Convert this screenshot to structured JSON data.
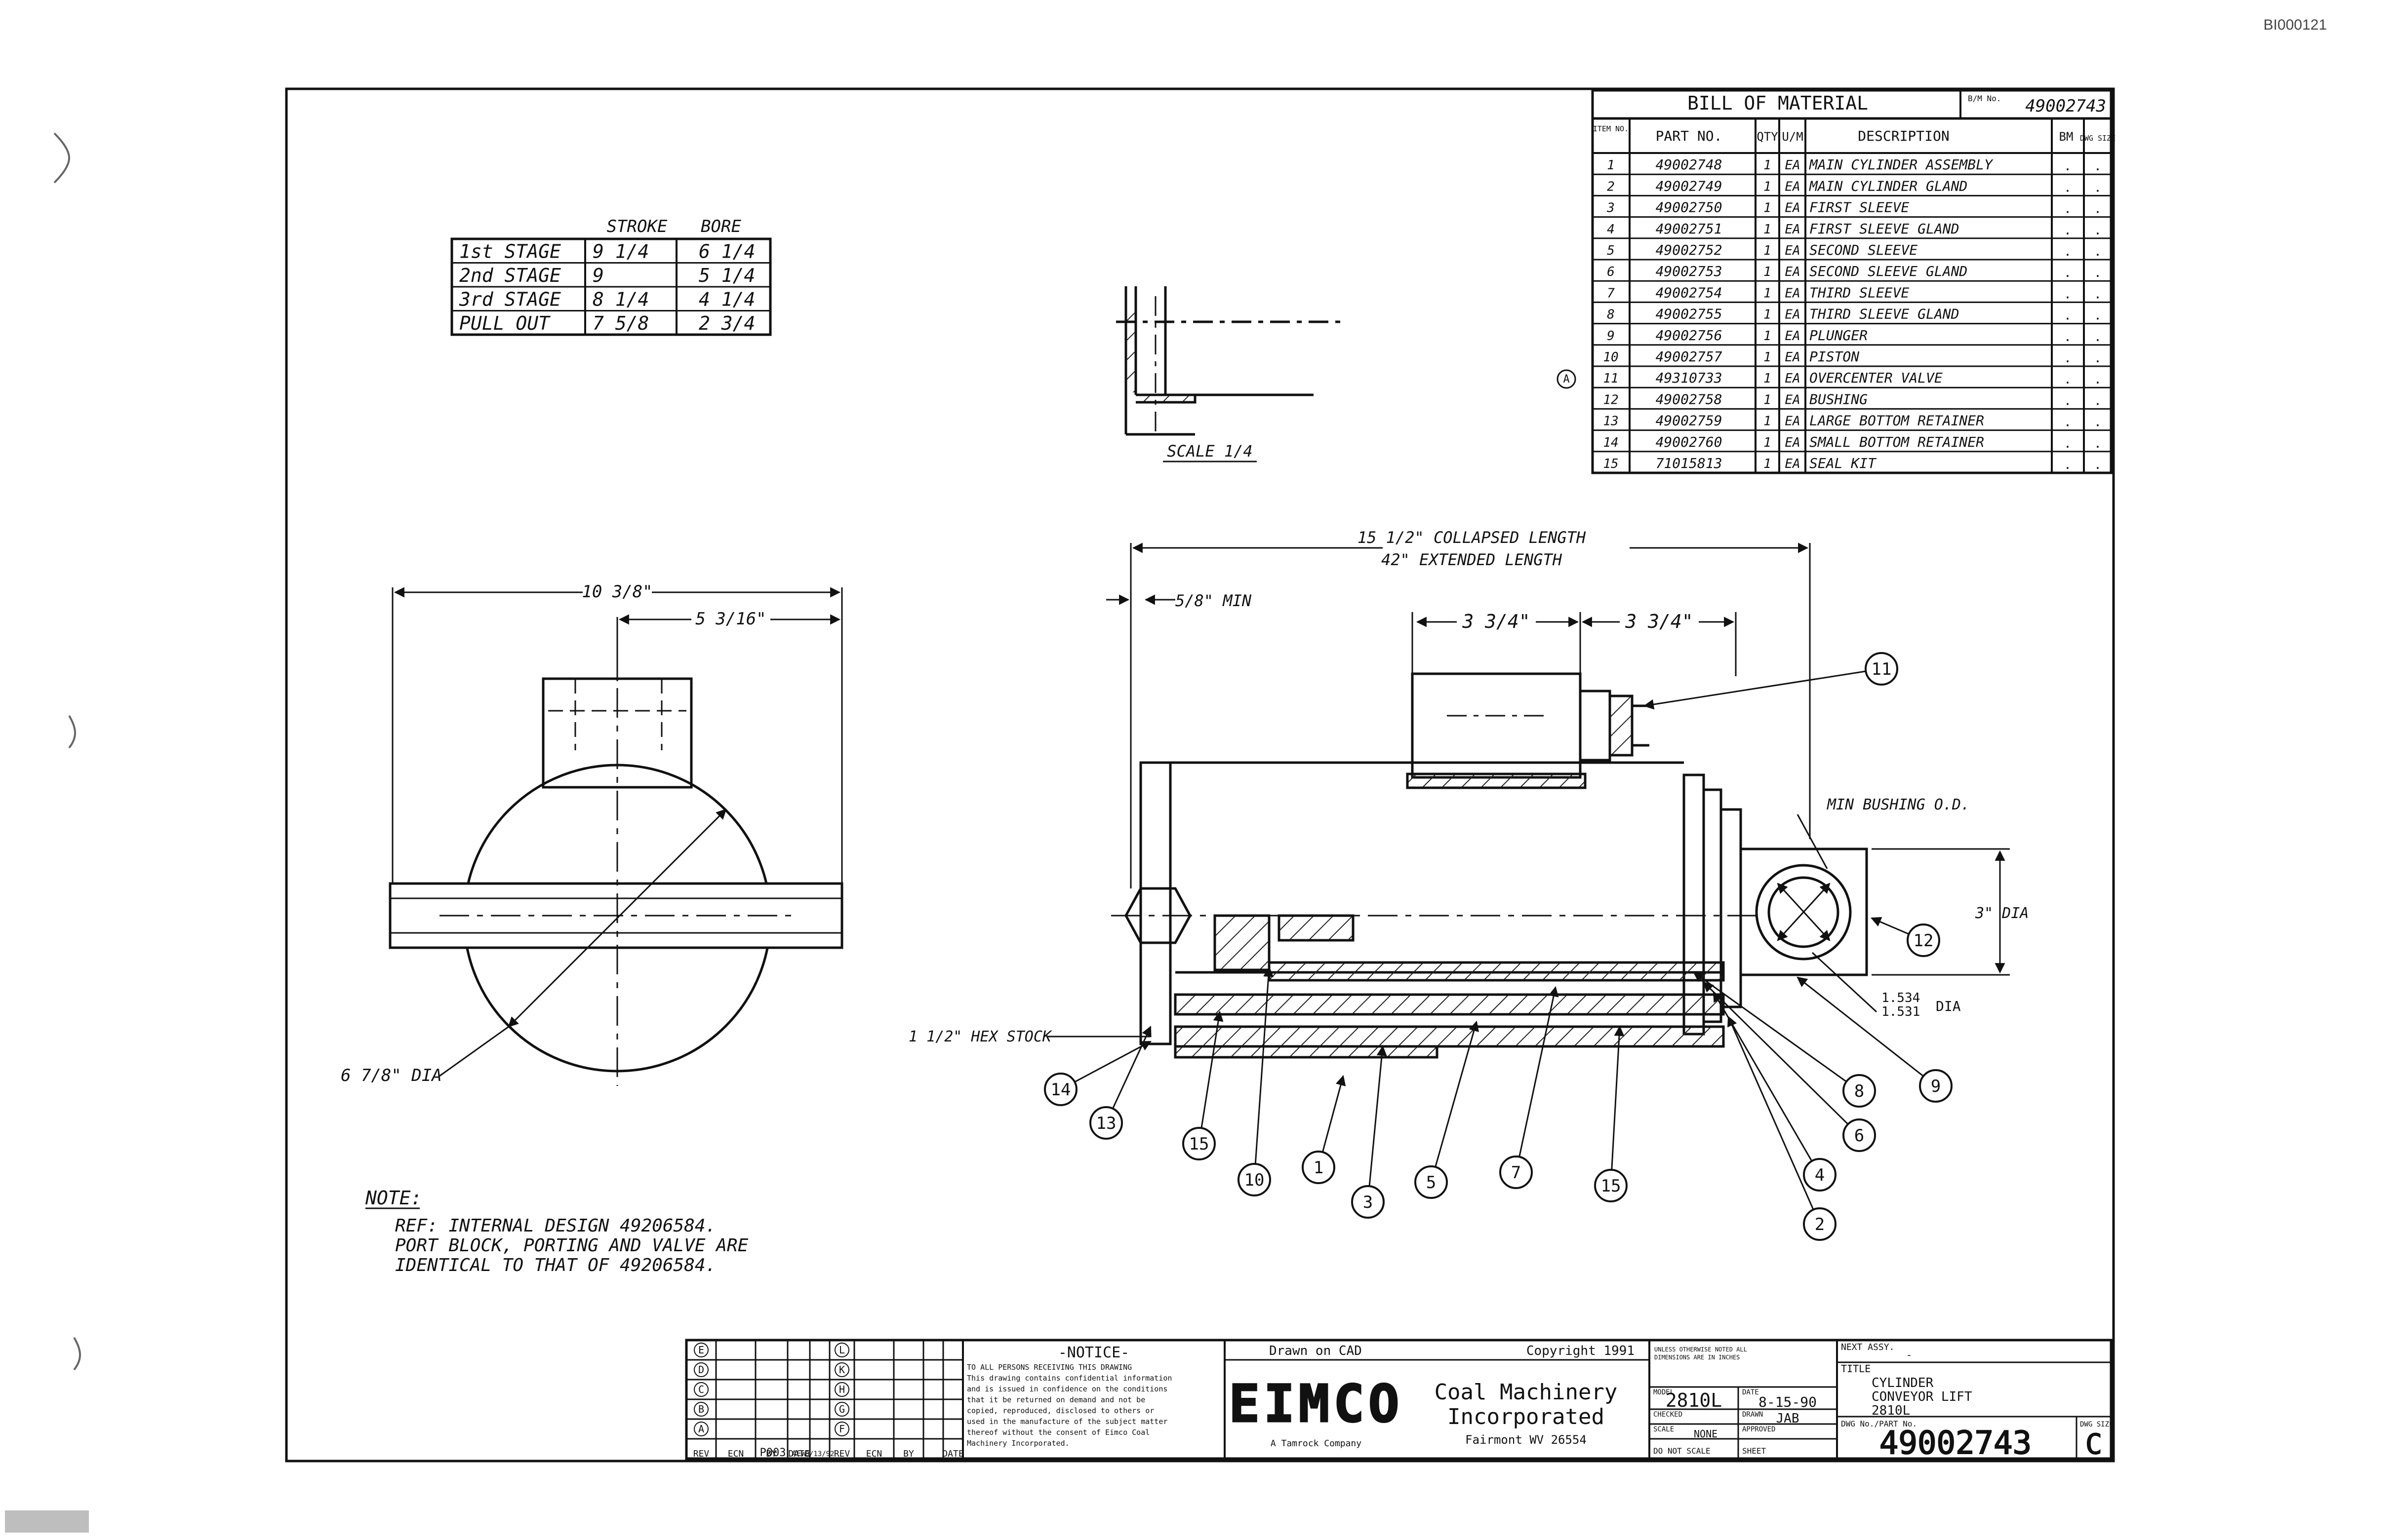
{
  "page_id": "BI000121",
  "bom": {
    "title": "BILL OF MATERIAL",
    "bm_no_label": "B/M No.",
    "bm_no": "49002743",
    "headers": {
      "item": "ITEM NO.",
      "part": "PART NO.",
      "qty": "QTY",
      "um": "U/M",
      "desc": "DESCRIPTION",
      "bm": "BM",
      "size": "DWG SIZE"
    },
    "rows": [
      {
        "item": "1",
        "part": "49002748",
        "qty": "1",
        "um": "EA",
        "desc": "MAIN CYLINDER ASSEMBLY"
      },
      {
        "item": "2",
        "part": "49002749",
        "qty": "1",
        "um": "EA",
        "desc": "MAIN CYLINDER GLAND"
      },
      {
        "item": "3",
        "part": "49002750",
        "qty": "1",
        "um": "EA",
        "desc": "FIRST SLEEVE"
      },
      {
        "item": "4",
        "part": "49002751",
        "qty": "1",
        "um": "EA",
        "desc": "FIRST SLEEVE GLAND"
      },
      {
        "item": "5",
        "part": "49002752",
        "qty": "1",
        "um": "EA",
        "desc": "SECOND SLEEVE"
      },
      {
        "item": "6",
        "part": "49002753",
        "qty": "1",
        "um": "EA",
        "desc": "SECOND SLEEVE GLAND"
      },
      {
        "item": "7",
        "part": "49002754",
        "qty": "1",
        "um": "EA",
        "desc": "THIRD SLEEVE"
      },
      {
        "item": "8",
        "part": "49002755",
        "qty": "1",
        "um": "EA",
        "desc": "THIRD SLEEVE GLAND"
      },
      {
        "item": "9",
        "part": "49002756",
        "qty": "1",
        "um": "EA",
        "desc": "PLUNGER"
      },
      {
        "item": "10",
        "part": "49002757",
        "qty": "1",
        "um": "EA",
        "desc": "PISTON"
      },
      {
        "item": "11",
        "part": "49310733",
        "qty": "1",
        "um": "EA",
        "desc": "OVERCENTER VALVE"
      },
      {
        "item": "12",
        "part": "49002758",
        "qty": "1",
        "um": "EA",
        "desc": "BUSHING"
      },
      {
        "item": "13",
        "part": "49002759",
        "qty": "1",
        "um": "EA",
        "desc": "LARGE BOTTOM RETAINER"
      },
      {
        "item": "14",
        "part": "49002760",
        "qty": "1",
        "um": "EA",
        "desc": "SMALL BOTTOM RETAINER"
      },
      {
        "item": "15",
        "part": "71015813",
        "qty": "1",
        "um": "EA",
        "desc": "SEAL KIT"
      }
    ],
    "dot": ".",
    "rev_marker": "A"
  },
  "stage_table": {
    "headers": [
      "STROKE",
      "BORE"
    ],
    "rows": [
      {
        "label": "1st STAGE",
        "stroke": "9 1/4",
        "bore": "6 1/4"
      },
      {
        "label": "2nd STAGE",
        "stroke": "9",
        "bore": "5 1/4"
      },
      {
        "label": "3rd STAGE",
        "stroke": "8 1/4",
        "bore": "4 1/4"
      },
      {
        "label": "PULL OUT",
        "stroke": "7 5/8",
        "bore": "2 3/4"
      }
    ]
  },
  "detail": {
    "scale_label": "SCALE 1/4"
  },
  "end_view": {
    "dim_overall": "10 3/8\"",
    "dim_half": "5 3/16\"",
    "dim_dia": "6 7/8\" DIA"
  },
  "main_view": {
    "collapsed": "15 1/2\" COLLAPSED LENGTH",
    "extended": "42\" EXTENDED LENGTH",
    "min_label": "5/8\" MIN",
    "dim_a": "3 3/4\"",
    "dim_b": "3 3/4\"",
    "min_bushing": "MIN BUSHING O.D.",
    "dia_3": "3\" DIA",
    "hex_stock": "1 1/2\" HEX STOCK",
    "bore_dia_top": "1.534",
    "bore_dia_bottom": "1.531",
    "bore_dia_unit": "DIA",
    "balloons": [
      "1",
      "2",
      "3",
      "4",
      "5",
      "6",
      "7",
      "8",
      "9",
      "10",
      "11",
      "12",
      "13",
      "14",
      "15",
      "15"
    ]
  },
  "note": {
    "title": "NOTE:",
    "lines": [
      "REF:  INTERNAL DESIGN 49206584.",
      "PORT BLOCK, PORTING AND VALVE ARE",
      "IDENTICAL TO THAT OF 49206584."
    ]
  },
  "revision": {
    "left_letters": [
      "E",
      "D",
      "C",
      "B",
      "A"
    ],
    "right_letters": [
      "L",
      "K",
      "H",
      "G",
      "F"
    ],
    "row_a": {
      "ecn": "P003",
      "by": "AEW",
      "date": "8/13/92"
    },
    "footer": [
      "REV",
      "ECN",
      "BY",
      "DATE",
      "REV",
      "ECN",
      "BY",
      "DATE"
    ]
  },
  "notice": {
    "title": "-NOTICE-",
    "lines": [
      "TO ALL PERSONS RECEIVING THIS DRAWING",
      "This drawing contains confidential information",
      "and is issued in confidence on the conditions",
      "that it be returned on demand and not be",
      "copied, reproduced, disclosed to others or",
      "used in the manufacture of the subject matter",
      "thereof without the consent of Eimco Coal",
      "Machinery Incorporated."
    ]
  },
  "company": {
    "drawn_on": "Drawn on CAD",
    "copyright": "Copyright 1991",
    "logo": "EIMCO",
    "tagline": "A Tamrock Company",
    "name_1": "Coal Machinery",
    "name_2": "Incorporated",
    "city": "Fairmont WV 26554"
  },
  "title_block": {
    "tolerance_lines": [
      "UNLESS OTHERWISE NOTED ALL",
      "DIMENSIONS ARE IN INCHES"
    ],
    "model_label": "MODEL",
    "model": "2810L",
    "date_label": "DATE",
    "date": "8-15-90",
    "drawn_label": "DRAWN",
    "drawn": "JAB",
    "next_assy_label": "NEXT ASSY.",
    "next_assy": "-",
    "title_label": "TITLE",
    "title_1": "CYLINDER",
    "title_2": "CONVEYOR LIFT",
    "title_3": "2810L",
    "dwg_no_label": "DWG No./PART No.",
    "dwg_no": "49002743",
    "size_label": "DWG SIZE",
    "size": "C",
    "scale_label": "SCALE",
    "scale": "NONE",
    "no_scale": "DO NOT SCALE",
    "sheet_label": "SHEET",
    "checked_label": "CHECKED",
    "approved_label": "APPROVED"
  }
}
